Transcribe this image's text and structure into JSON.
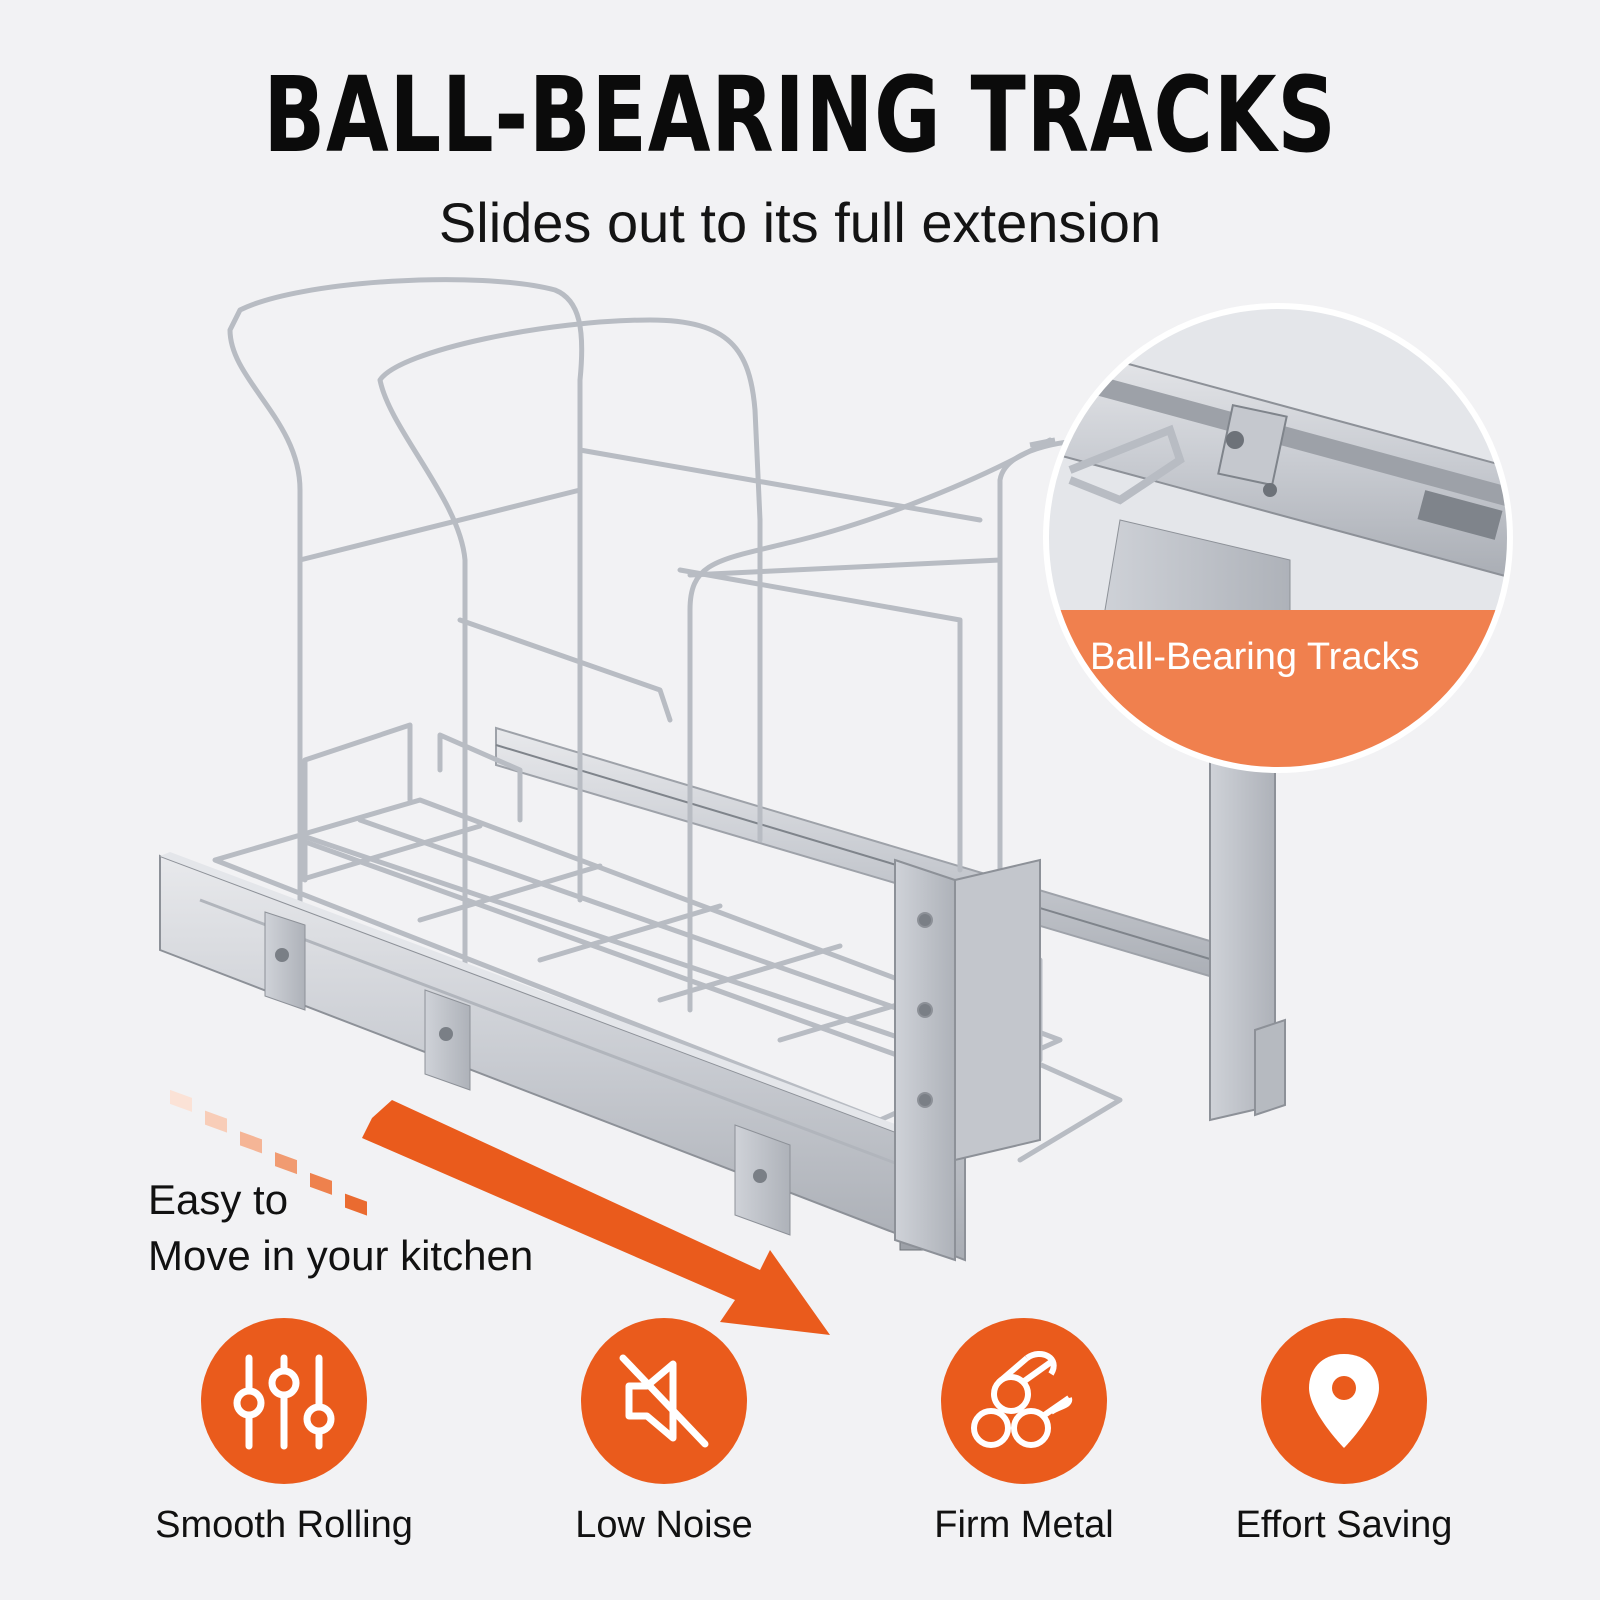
{
  "headline": "BALL-BEARING TRACKS",
  "subheadline": "Slides out to its full extension",
  "zoom_label": "Ball-Bearing Tracks",
  "move_text": [
    "Easy to",
    "Move in your kitchen"
  ],
  "accent_color": "#ea5b1c",
  "features": [
    {
      "label": "Smooth Rolling",
      "icon": "sliders-icon"
    },
    {
      "label": "Low Noise",
      "icon": "mute-icon"
    },
    {
      "label": "Firm Metal",
      "icon": "metal-rods-icon"
    },
    {
      "label": "Effort Saving",
      "icon": "location-pin-icon"
    }
  ]
}
